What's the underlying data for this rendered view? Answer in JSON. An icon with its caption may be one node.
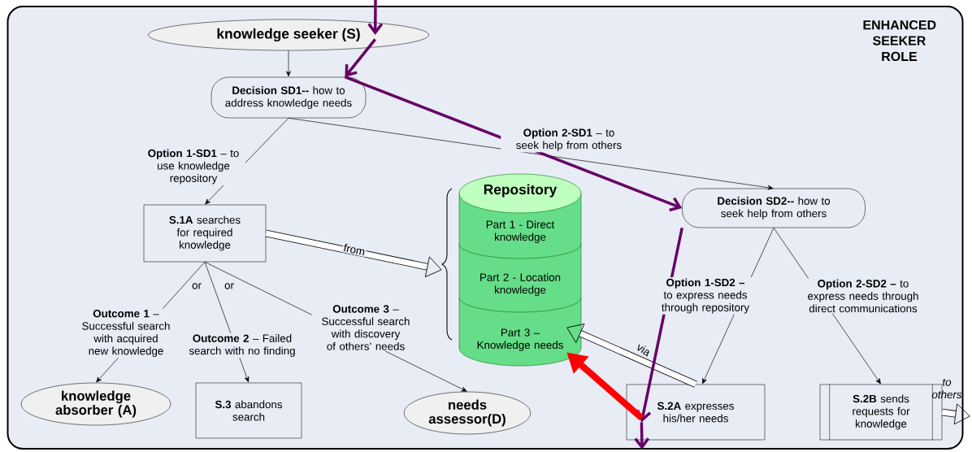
{
  "diagram": {
    "nodes": [
      {
        "text": [
          "ENHANCED SEEKER ROLE"
        ]
      },
      {
        "text": [
          "knowledge seeker (S)"
        ],
        "in": 0
      },
      {
        "text": [
          "**Decision SD1--** how to address knowledge needs"
        ],
        "in": 0
      },
      {
        "text": [
          "**S.1A** searches for required knowledge"
        ],
        "in": 0
      },
      {
        "text": [
          "Repository"
        ],
        "in": 0
      },
      {
        "text": [
          "Part 1 - Direct knowledge"
        ],
        "in": 4
      },
      {
        "text": [
          "Part 2 - Location knowledge"
        ],
        "in": 4
      },
      {
        "text": [
          "Part 3 – Knowledge needs"
        ],
        "in": 4
      },
      {
        "text": [
          "**Decision SD2--** how to seek help from others"
        ],
        "in": 0
      },
      {
        "text": [
          "knowledge absorber (A)"
        ],
        "in": 0
      },
      {
        "text": [
          "**S.3** abandons search"
        ],
        "in": 0
      },
      {
        "text": [
          "needs assessor(D)"
        ],
        "in": 0
      },
      {
        "text": [
          "**S.2A** expresses his/her needs"
        ],
        "in": 0
      },
      {
        "text": [
          "**S.2B** sends requests for knowledge"
        ],
        "in": 0
      }
    ],
    "edges": [
      {
        "from": 1,
        "to": 2,
        "arrow": "to"
      },
      {
        "from": 2,
        "to": 3,
        "arrow": "to",
        "label": "**Option 1-SD1** – to use knowledge repository"
      },
      {
        "from": 2,
        "to": 8,
        "arrow": "to",
        "label": "**Option 2-SD1** – to seek help from others"
      },
      {
        "from": 3,
        "to": 4,
        "arrow": "to",
        "label": "from",
        "style": "thick"
      },
      {
        "from": 3,
        "to": 9,
        "arrow": "to",
        "label": "**Outcome 1** – Successful search with acquired new knowledge"
      },
      {
        "from": 3,
        "to": 10,
        "arrow": "to",
        "label": "**Outcome 2** – Failed search with no finding"
      },
      {
        "from": 3,
        "to": 11,
        "arrow": "to",
        "label": "**Outcome 3** – Successful search with discovery of others’ needs"
      },
      {
        "from": 8,
        "to": 12,
        "arrow": "to",
        "label": "**Option 1-SD2 –** to express needs through repository"
      },
      {
        "from": 8,
        "to": 13,
        "arrow": "to",
        "label": "**Option 2-SD2 –** to express needs through direct communications"
      },
      {
        "from": 12,
        "to": 7,
        "arrow": "to",
        "label": "via",
        "style": "thick"
      },
      {
        "from": 13,
        "to": null,
        "arrow": "to",
        "label": "to others",
        "style": "thick"
      },
      {
        "from": null,
        "to": 1,
        "arrow": "to",
        "color": "#660066"
      },
      {
        "from": 1,
        "to": 2,
        "arrow": "to",
        "color": "#660066"
      },
      {
        "from": 2,
        "to": 8,
        "arrow": "to",
        "color": "#660066"
      },
      {
        "from": 8,
        "to": 12,
        "arrow": "to",
        "color": "#660066"
      },
      {
        "from": 12,
        "to": null,
        "arrow": "to",
        "color": "#660066"
      },
      {
        "from": 12,
        "to": 7,
        "arrow": "to",
        "style": "thick",
        "color": "#ff0000"
      }
    ],
    "labels": [
      "or",
      "or"
    ]
  }
}
